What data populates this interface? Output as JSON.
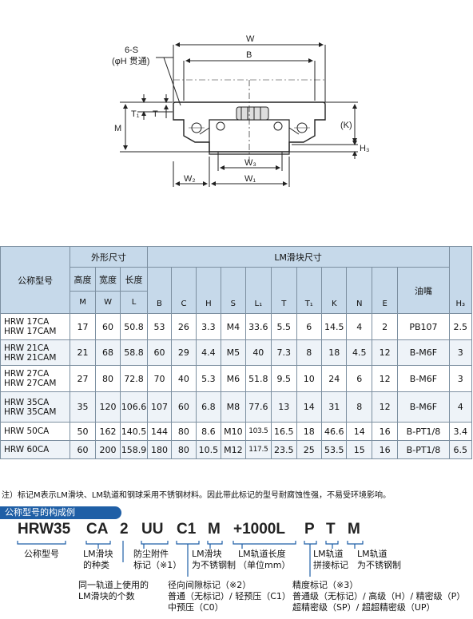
{
  "drawing": {
    "label_6s": "6-S",
    "label_hole": "(φH 贯通)",
    "label_W": "W",
    "label_B": "B",
    "label_T1": "T₁",
    "label_T": "T",
    "label_M": "M",
    "label_K": "(K)",
    "label_H3": "H₃",
    "label_W3": "W₃",
    "label_W2": "W₂",
    "label_W1": "W₁"
  },
  "table": {
    "model_header": "公称型号",
    "outer_header": "外形尺寸",
    "lm_block_header": "LM滑块尺寸",
    "height": "高度",
    "width": "宽度",
    "length": "长度",
    "sym_M": "M",
    "sym_W": "W",
    "sym_L": "L",
    "col_B": "B",
    "col_C": "C",
    "col_H": "H",
    "col_S": "S",
    "col_L1": "L₁",
    "col_T": "T",
    "col_T1": "T₁",
    "col_K": "K",
    "col_N": "N",
    "col_E": "E",
    "grease": "油嘴",
    "col_H3": "H₃",
    "rows": [
      {
        "m1": "HRW 17CA",
        "m2": "HRW 17CAM",
        "M": "17",
        "W": "60",
        "L": "50.8",
        "B": "53",
        "C": "26",
        "H": "3.3",
        "S": "M4",
        "L1": "33.6",
        "T": "5.5",
        "T1": "6",
        "K": "14.5",
        "N": "4",
        "E": "2",
        "G": "PB107",
        "H3": "2.5"
      },
      {
        "m1": "HRW 21CA",
        "m2": "HRW 21CAM",
        "M": "21",
        "W": "68",
        "L": "58.8",
        "B": "60",
        "C": "29",
        "H": "4.4",
        "S": "M5",
        "L1": "40",
        "T": "7.3",
        "T1": "8",
        "K": "18",
        "N": "4.5",
        "E": "12",
        "G": "B-M6F",
        "H3": "3"
      },
      {
        "m1": "HRW 27CA",
        "m2": "HRW 27CAM",
        "M": "27",
        "W": "80",
        "L": "72.8",
        "B": "70",
        "C": "40",
        "H": "5.3",
        "S": "M6",
        "L1": "51.8",
        "T": "9.5",
        "T1": "10",
        "K": "24",
        "N": "6",
        "E": "12",
        "G": "B-M6F",
        "H3": "3"
      },
      {
        "m1": "HRW 35CA",
        "m2": "HRW 35CAM",
        "M": "35",
        "W": "120",
        "L": "106.6",
        "B": "107",
        "C": "60",
        "H": "6.8",
        "S": "M8",
        "L1": "77.6",
        "T": "13",
        "T1": "14",
        "K": "31",
        "N": "8",
        "E": "12",
        "G": "B-M6F",
        "H3": "4"
      },
      {
        "m1": "HRW 50CA",
        "m2": "",
        "M": "50",
        "W": "162",
        "L": "140.5",
        "B": "144",
        "C": "80",
        "H": "8.6",
        "S": "M10",
        "L1": "103.5",
        "T": "16.5",
        "T1": "18",
        "K": "46.6",
        "N": "14",
        "E": "16",
        "G": "B-PT1/8",
        "H3": "3.4"
      },
      {
        "m1": "HRW 60CA",
        "m2": "",
        "M": "60",
        "W": "200",
        "L": "158.9",
        "B": "180",
        "C": "80",
        "H": "10.5",
        "S": "M12",
        "L1": "117.5",
        "T": "23.5",
        "T1": "25",
        "K": "53.5",
        "N": "15",
        "E": "16",
        "G": "B-PT1/8",
        "H3": "6.5"
      }
    ]
  },
  "note": "注）标记M表示LM滑块、LM轨道和钢球采用不锈钢材料。因此带此标记的型号耐腐蚀性强，不易受环境影响。",
  "composition": {
    "title": "公称型号的构成例",
    "parts": {
      "p1": "HRW35",
      "p2": "CA",
      "p3": "2",
      "p4": "UU",
      "p5": "C1",
      "p6": "M",
      "p7": "+1000L",
      "p8": "P",
      "p9": "T",
      "p10": "M"
    },
    "labels": {
      "model": "公称型号",
      "block_type_1": "LM滑块",
      "block_type_2": "的种类",
      "seal_1": "防尘附件",
      "seal_2": "标记（※1）",
      "ss_block_1": "LM滑块",
      "ss_block_2": "为不锈钢制",
      "rail_len_1": "LM轨道长度",
      "rail_len_2": "（单位mm）",
      "joint_1": "LM轨道",
      "joint_2": "拼接标记",
      "ss_rail_1": "LM轨道",
      "ss_rail_2": "为不锈钢制",
      "count_1": "同一轨道上使用的",
      "count_2": "LM滑块的个数",
      "clear_1": "径向间隙标记（※2）",
      "clear_2": "普通（无标记）/ 轻预压（C1）",
      "clear_3": "中预压（C0）",
      "acc_1": "精度标记（※3）",
      "acc_2": "普通级（无标记）/ 高级（H）/ 精密级（P）",
      "acc_3": "超精密级（SP）/ 超超精密级（UP）"
    }
  }
}
